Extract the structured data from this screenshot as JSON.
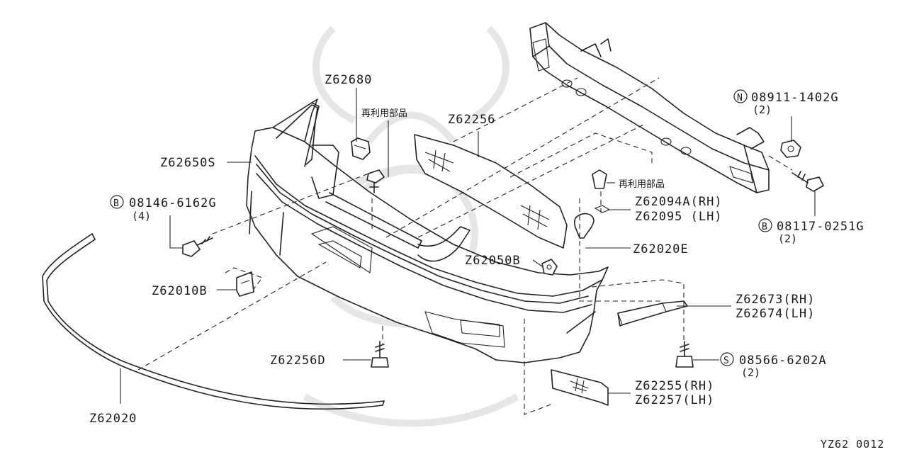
{
  "colors": {
    "line": "#222222",
    "background": "#ffffff",
    "watermark": "#e6e6e6"
  },
  "diagram_id": "YZ62 0012",
  "reuse_note": "再利用部品",
  "parts": [
    {
      "key": "z62680",
      "code": "Z62680"
    },
    {
      "key": "z62256",
      "code": "Z62256"
    },
    {
      "key": "z62650s",
      "code": "Z62650S"
    },
    {
      "key": "z62094a",
      "code": "Z62094A(RH)"
    },
    {
      "key": "z62095",
      "code": "Z62095 (LH)"
    },
    {
      "key": "z62020e",
      "code": "Z62020E"
    },
    {
      "key": "z62050b",
      "code": "Z62050B"
    },
    {
      "key": "z62010b",
      "code": "Z62010B"
    },
    {
      "key": "z62673",
      "code": "Z62673(RH)"
    },
    {
      "key": "z62674",
      "code": "Z62674(LH)"
    },
    {
      "key": "z62256d",
      "code": "Z62256D"
    },
    {
      "key": "z62255",
      "code": "Z62255(RH)"
    },
    {
      "key": "z62257",
      "code": "Z62257(LH)"
    },
    {
      "key": "z62020",
      "code": "Z62020"
    }
  ],
  "fasteners": [
    {
      "key": "n08911",
      "prefix": "N",
      "code": "08911-1402G",
      "qty": "(2)"
    },
    {
      "key": "b08146",
      "prefix": "B",
      "code": "08146-6162G",
      "qty": "(4)"
    },
    {
      "key": "b08117",
      "prefix": "B",
      "code": "08117-0251G",
      "qty": "(2)"
    },
    {
      "key": "s08566",
      "prefix": "S",
      "code": "08566-6202A",
      "qty": "(2)"
    }
  ]
}
